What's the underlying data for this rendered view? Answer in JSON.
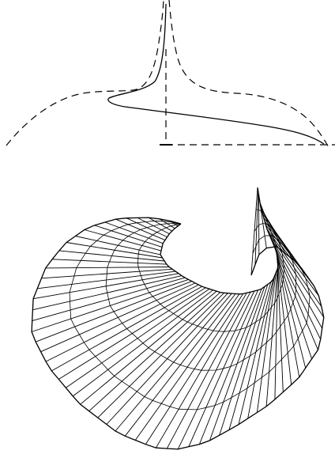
{
  "figure": {
    "description_labels": [],
    "panels": [
      "profile-curve-diagram",
      "ruled-surface-wireframe"
    ],
    "colors": {
      "ink": "#000000",
      "background": "#ffffff"
    },
    "line_styles": {
      "profile_curve": "solid",
      "envelope_curve": "dashed",
      "axes": "dashed"
    }
  }
}
